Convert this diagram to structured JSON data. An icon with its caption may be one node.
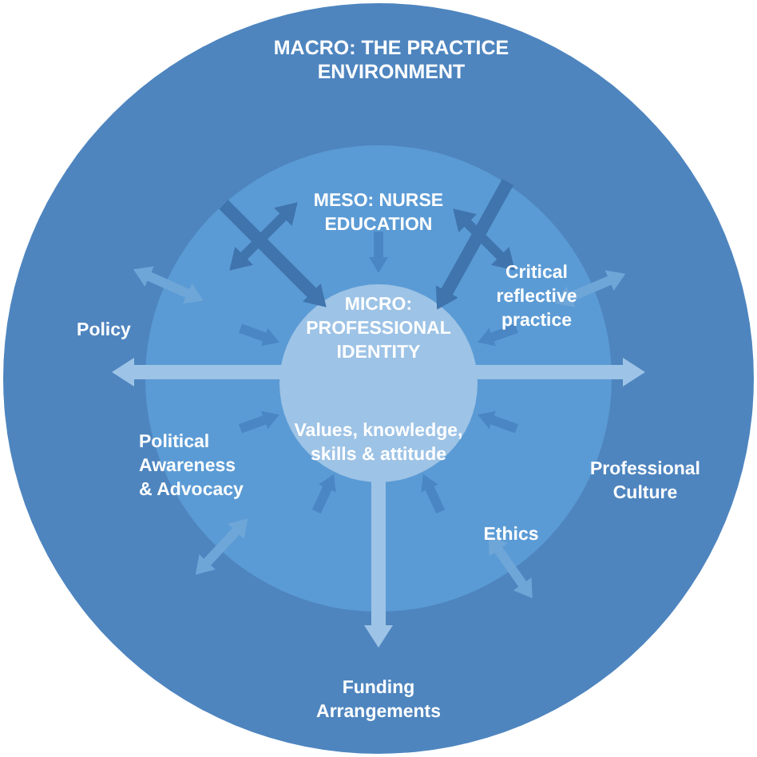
{
  "diagram": {
    "nodes": [
      {
        "text": [
          "MACRO: THE PRACTICE ENVIRONMENT",
          "Policy",
          "Professional Culture",
          "Funding Arrangements"
        ]
      },
      {
        "text": [
          "MESO: NURSE EDUCATION",
          "Critical reflective practice",
          "Political Awareness & Advocacy",
          "Ethics"
        ],
        "in": 0
      },
      {
        "text": [
          "MICRO: PROFESSIONAL IDENTITY",
          "Values, knowledge, skills & attitude"
        ],
        "in": 1
      }
    ],
    "edges": [
      {
        "from": 2,
        "to": 0,
        "arrow": "to"
      }
    ]
  }
}
